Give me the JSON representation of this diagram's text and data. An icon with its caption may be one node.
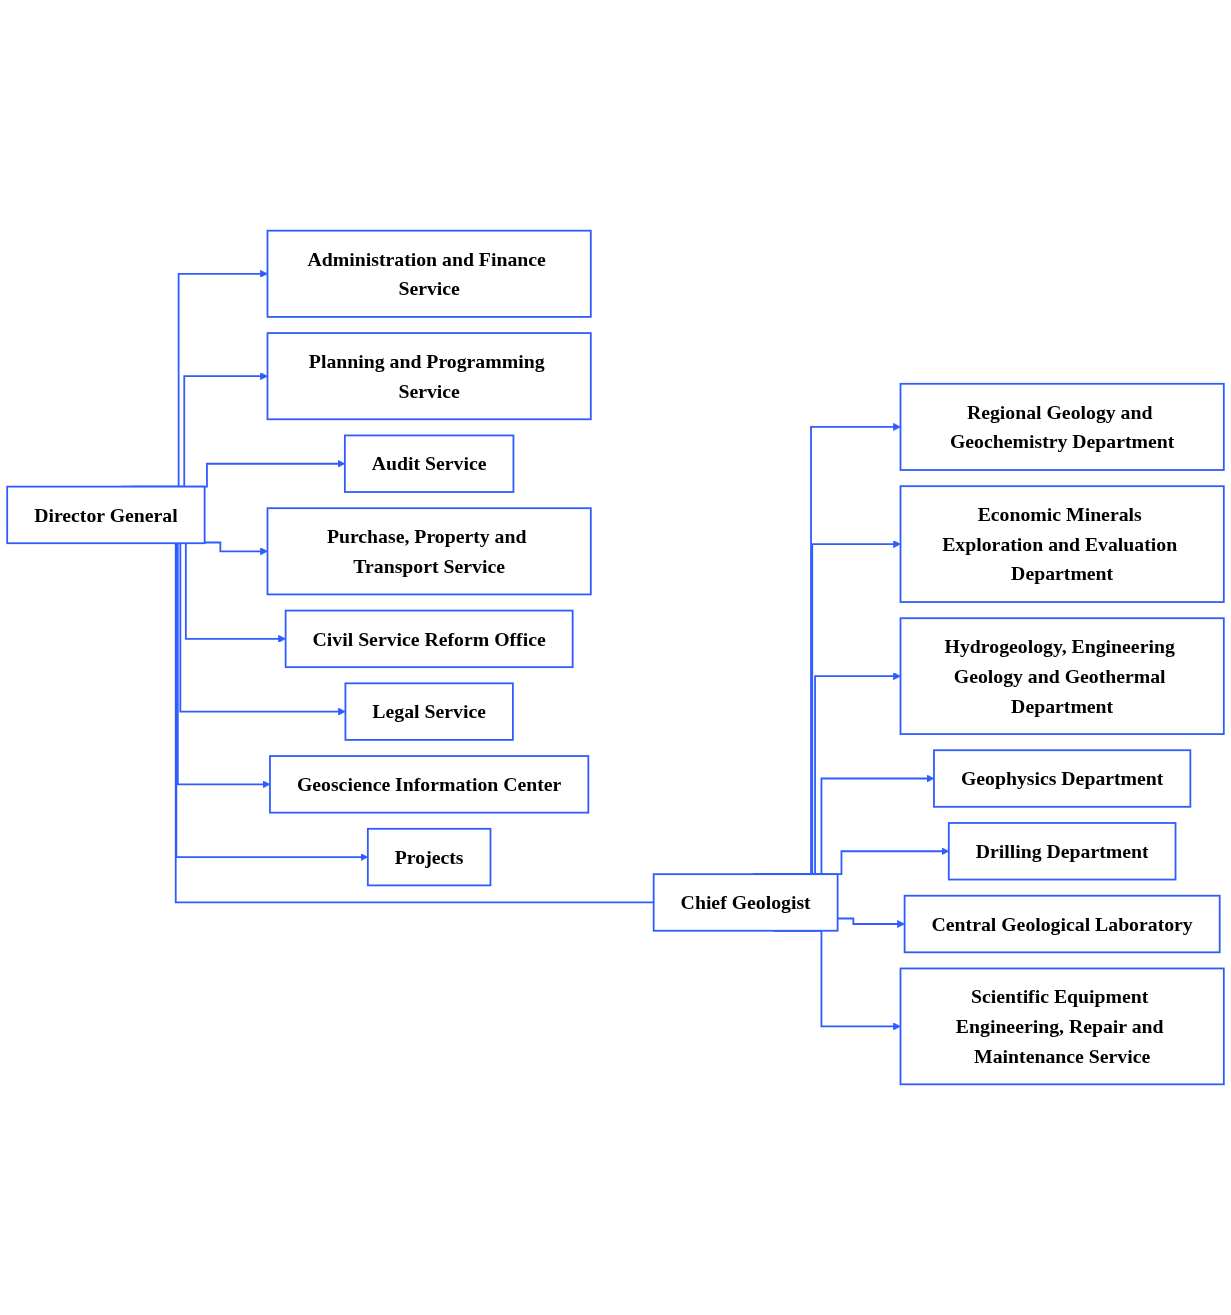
{
  "diagram": {
    "nodes": [
      {
        "text": [
          "Director General"
        ]
      },
      {
        "text": [
          "Chief Geologist"
        ]
      },
      {
        "text": [
          "Administration and Finance Service"
        ]
      },
      {
        "text": [
          "Planning and Programming Service"
        ]
      },
      {
        "text": [
          "Audit Service"
        ]
      },
      {
        "text": [
          "Purchase, Property and Transport Service"
        ]
      },
      {
        "text": [
          "Civil Service Reform Office"
        ]
      },
      {
        "text": [
          "Legal Service"
        ]
      },
      {
        "text": [
          "Geoscience Information Center"
        ]
      },
      {
        "text": [
          "Projects"
        ]
      },
      {
        "text": [
          "Regional Geology and Geochemistry Department"
        ]
      },
      {
        "text": [
          "Economic Minerals Exploration and Evaluation Department"
        ]
      },
      {
        "text": [
          "Hydrogeology, Engineering Geology and Geothermal Department"
        ]
      },
      {
        "text": [
          "Geophysics Department"
        ]
      },
      {
        "text": [
          "Drilling Department"
        ]
      },
      {
        "text": [
          "Central Geological Laboratory"
        ]
      },
      {
        "text": [
          "Scientific Equipment Engineering, Repair and Maintenance Service"
        ]
      }
    ],
    "edges": [
      {
        "from": 0,
        "to": 1,
        "arrow": "none"
      },
      {
        "from": 0,
        "to": 2,
        "arrow": "to"
      },
      {
        "from": 0,
        "to": 3,
        "arrow": "to"
      },
      {
        "from": 0,
        "to": 4,
        "arrow": "to"
      },
      {
        "from": 0,
        "to": 5,
        "arrow": "to"
      },
      {
        "from": 0,
        "to": 6,
        "arrow": "to"
      },
      {
        "from": 0,
        "to": 7,
        "arrow": "to"
      },
      {
        "from": 0,
        "to": 8,
        "arrow": "to"
      },
      {
        "from": 0,
        "to": 9,
        "arrow": "to"
      },
      {
        "from": 1,
        "to": 10,
        "arrow": "to"
      },
      {
        "from": 1,
        "to": 11,
        "arrow": "to"
      },
      {
        "from": 1,
        "to": 12,
        "arrow": "to"
      },
      {
        "from": 1,
        "to": 13,
        "arrow": "to"
      },
      {
        "from": 1,
        "to": 14,
        "arrow": "to"
      },
      {
        "from": 1,
        "to": 15,
        "arrow": "to"
      },
      {
        "from": 1,
        "to": 16,
        "arrow": "to"
      }
    ]
  }
}
